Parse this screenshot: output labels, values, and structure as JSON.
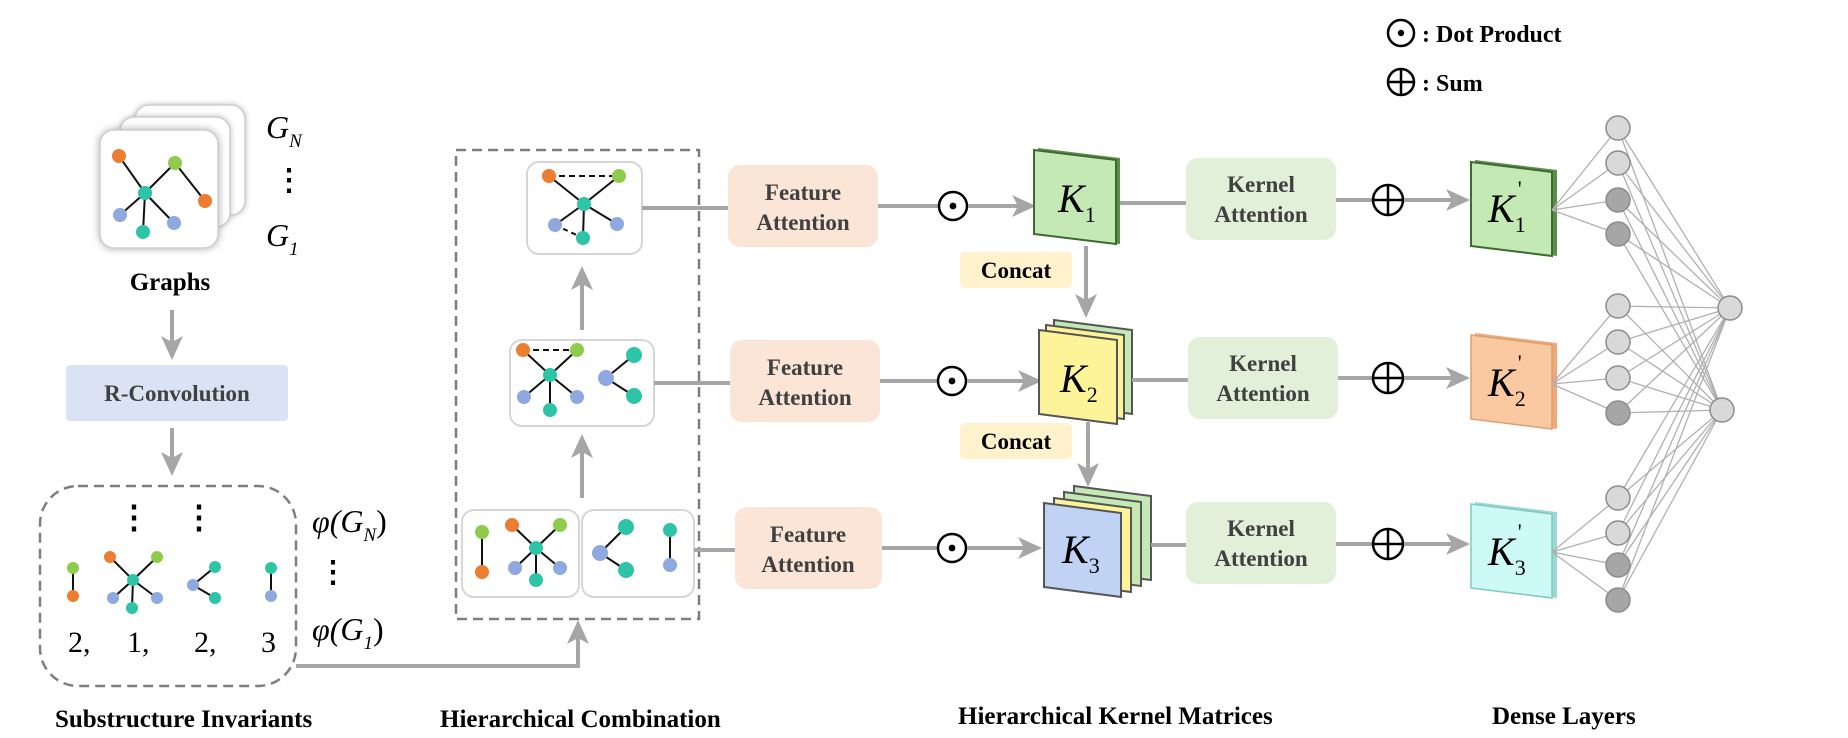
{
  "legend": {
    "dot_symbol": "⊙",
    "dot_label": ": Dot Product",
    "sum_symbol": "⊕",
    "sum_label": ": Sum"
  },
  "graphs": {
    "label": "Graphs",
    "gn_letter": "G",
    "gn_sub": "N",
    "g1_letter": "G",
    "g1_sub": "1",
    "ellipsis": "⋮"
  },
  "rconv": {
    "label": "R-Convolution"
  },
  "substructure": {
    "counts": [
      "2,",
      "1,",
      "2,",
      "3"
    ],
    "phi_n": "φ(G",
    "phi_n_sub": "N",
    "phi_1": "φ(G",
    "phi_1_sub": "1",
    "close_paren": ")",
    "ellipsis": "⋮",
    "section_title": "Substructure Invariants"
  },
  "hierarchical_combination": {
    "section_title": "Hierarchical Combination"
  },
  "feature_attention": {
    "line1": "Feature",
    "line2": "Attention"
  },
  "kernel_attention": {
    "line1": "Kernel",
    "line2": "Attention"
  },
  "concat_label": "Concat",
  "kernels": {
    "letter": "K",
    "subs": [
      "1",
      "2",
      "3"
    ],
    "prime": "'",
    "section_title": "Hierarchical Kernel Matrices"
  },
  "dense": {
    "section_title": "Dense Layers"
  },
  "colors": {
    "arrow": "#a6a6a6",
    "feature_attention_bg": "#fbe5d6",
    "kernel_attention_bg": "#e2f0d9",
    "rconv_bg": "#dae3f3",
    "concat_bg": "#fff2cc",
    "k_green": "#c5e9b4",
    "k_yellow": "#fdf49a",
    "k_blue": "#c0d3f5",
    "k_orange": "#fbc9a1",
    "k_cyan": "#cdfaf6",
    "node_orange": "#ed7d31",
    "node_green": "#8fcc4d",
    "node_teal": "#2ec4a8",
    "node_blue": "#8fa8e0",
    "neuron": "#a6a6a6"
  }
}
